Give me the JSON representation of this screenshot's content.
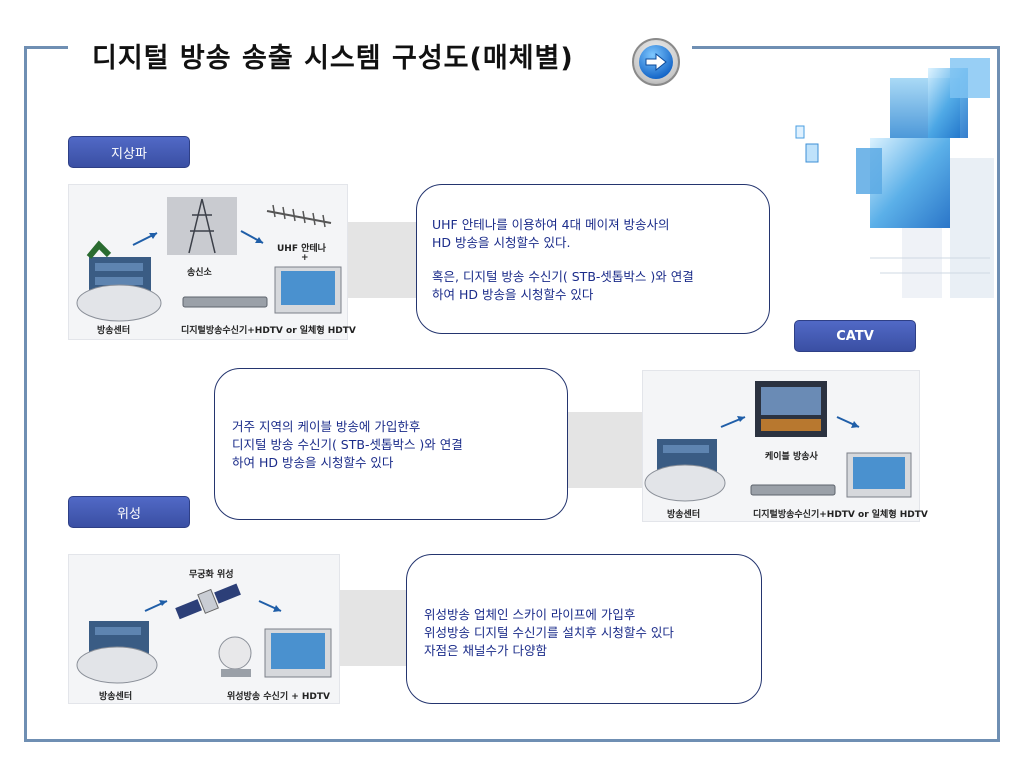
{
  "title": "디지털 방송 송출 시스템 구성도(매체별)",
  "icons": {
    "next": "arrow-right-icon"
  },
  "sections": {
    "terrestrial": {
      "tag": "지상파",
      "captions": {
        "tower": "송신소",
        "antenna": "UHF 안테나",
        "plus": "+",
        "station": "방송센터",
        "receiver": "디지털방송수신기+HDTV or 일체형 HDTV"
      },
      "description": [
        "UHF 안테나를 이용하여 4대 메이져 방송사의",
        "HD 방송을 시청할수 있다.",
        "",
        "혹은, 디지털 방송 수신기( STB-셋톱박스 )와 연결",
        "하여 HD 방송을 시청할수 있다"
      ]
    },
    "catv": {
      "tag": "CATV",
      "captions": {
        "operator": "케이블 방송사",
        "station": "방송센터",
        "receiver": "디지털방송수신기+HDTV or 일체형 HDTV"
      },
      "description": [
        "거주 지역의 케이블 방송에 가입한후",
        "디지털 방송 수신기( STB-셋톱박스 )와 연결",
        "하여 HD 방송을 시청할수 있다"
      ]
    },
    "satellite": {
      "tag": "위성",
      "captions": {
        "satellite": "무궁화 위성",
        "station": "방송센터",
        "receiver": "위성방송 수신기 + HDTV"
      },
      "description": [
        "위성방송 업체인 스카이 라이프에 가입후",
        "위성방송 디지털 수신기를 설치후 시청할수 있다",
        "자점은 채널수가 다양함"
      ]
    }
  },
  "colors": {
    "frame": "#6f8fb3",
    "tag": "#3f55ad",
    "text": "#1b2c8a",
    "arrow": "#e4e4e4"
  }
}
